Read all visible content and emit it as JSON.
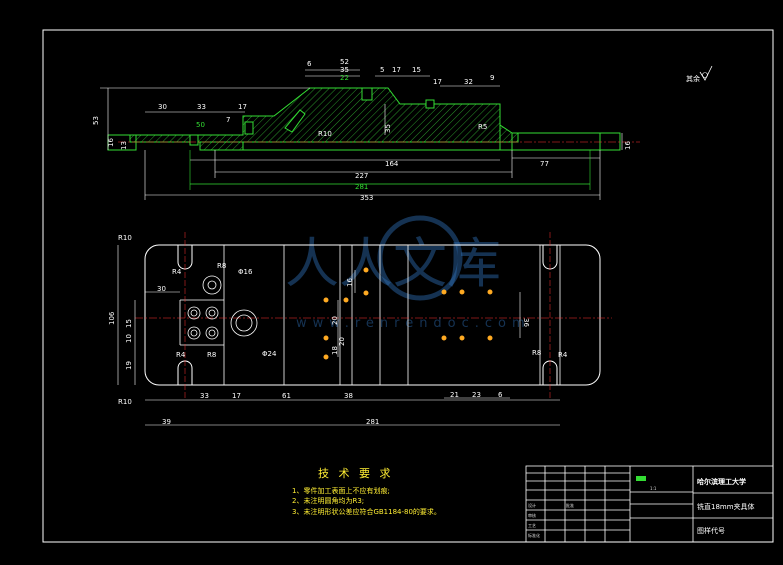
{
  "drawing": {
    "technical_requirements": {
      "title": "技 术 要 求",
      "notes": [
        "1、零件加工表面上不应有划痕;",
        "2、未注明圆角均为R3;",
        "3、未注明形状公差应符合GB1184-80的要求。"
      ]
    },
    "title_block": {
      "institution": "哈尔滨理工大学",
      "part_name": "铣直18mm夹具体",
      "drawing_code": "图样代号",
      "scale": "1:1",
      "row_labels": [
        "设计",
        "审核",
        "工艺",
        "标准化",
        "批准"
      ]
    },
    "roughness_note": "其余",
    "watermark": {
      "brand": "人人文库",
      "url": "www.renrendoc.com"
    },
    "front_view_dims": [
      "6",
      "52",
      "35",
      "22",
      "5",
      "17",
      "15",
      "17",
      "32",
      "9",
      "30",
      "33",
      "17",
      "7",
      "50",
      "R10",
      "35",
      "R5",
      "53",
      "16",
      "13",
      "164",
      "227",
      "281",
      "353",
      "77",
      "16"
    ],
    "top_view_dims": [
      "R10",
      "R4",
      "R8",
      "30",
      "106",
      "15",
      "10",
      "19",
      "R4",
      "R8",
      "R10",
      "33",
      "17",
      "61",
      "38",
      "39",
      "281",
      "Φ16",
      "Φ24",
      "16",
      "20",
      "20",
      "18",
      "36",
      "21",
      "23",
      "6",
      "R8",
      "R4"
    ]
  }
}
